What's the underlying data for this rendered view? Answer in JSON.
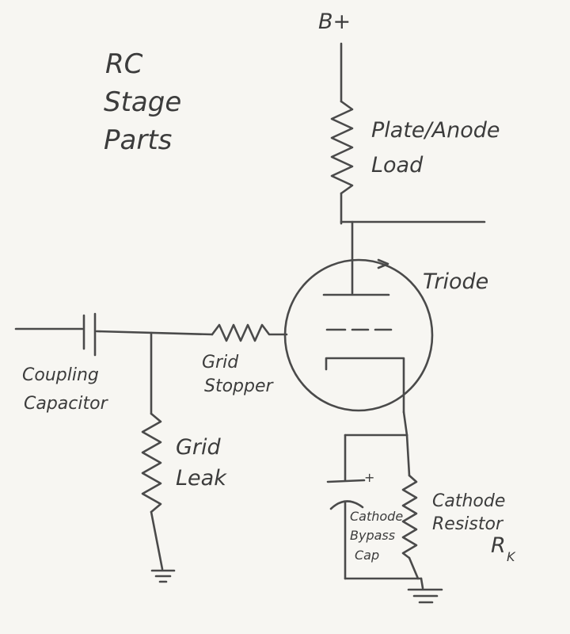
{
  "title": [
    "RC",
    "Stage",
    "Parts"
  ],
  "labels": {
    "supply": "B+",
    "plate_load": [
      "Plate/Anode",
      "Load"
    ],
    "triode": "Triode",
    "coupling_capacitor": [
      "Coupling",
      "Capacitor"
    ],
    "grid_stopper": [
      "Grid",
      "Stopper"
    ],
    "grid_leak": [
      "Grid",
      "Leak"
    ],
    "cathode_resistor": [
      "Cathode",
      "Resistor"
    ],
    "cathode_resistor_symbol": "R",
    "cathode_resistor_subscript": "K",
    "cathode_bypass_cap": [
      "Cathode",
      "Bypass",
      "Cap"
    ],
    "polarity_plus": "+"
  },
  "colors": {
    "ink": "#4a4a4a",
    "paper": "#f7f6f2"
  }
}
